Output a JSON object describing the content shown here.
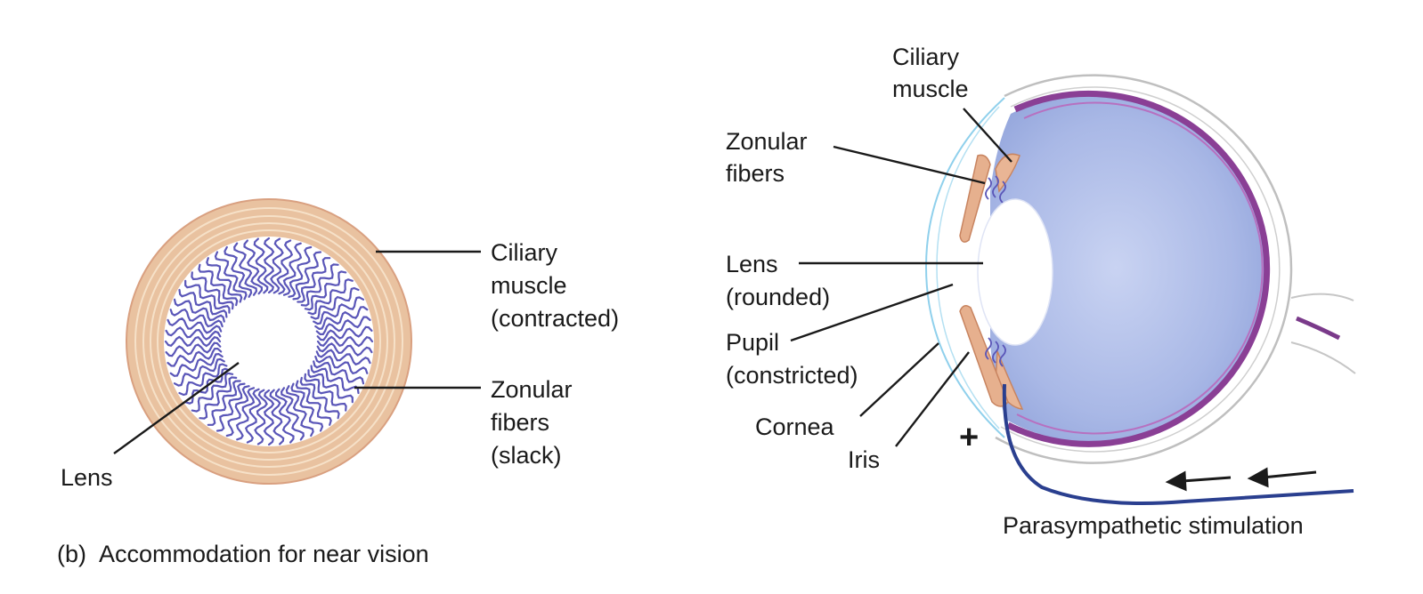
{
  "left_panel": {
    "caption_letter": "(b)",
    "caption_text": "Accommodation for near vision",
    "labels": {
      "ciliary_muscle": [
        "Ciliary",
        "muscle",
        "(contracted)"
      ],
      "zonular_fibers": [
        "Zonular",
        "fibers",
        "(slack)"
      ],
      "lens": "Lens"
    }
  },
  "right_panel": {
    "labels": {
      "ciliary_muscle": [
        "Ciliary",
        "muscle"
      ],
      "zonular_fibers": [
        "Zonular",
        "fibers"
      ],
      "lens": [
        "Lens",
        "(rounded)"
      ],
      "pupil": [
        "Pupil",
        "(constricted)"
      ],
      "cornea": "Cornea",
      "iris": "Iris",
      "stimulation": "Parasympathetic stimulation",
      "plus_sign": "+"
    }
  },
  "colors": {
    "ciliary_outer": "#e9c2a0",
    "ciliary_ring_line": "#f4dcc0",
    "ciliary_border": "#d9a080",
    "zonular_fiber": "#5a56b8",
    "eyeball_fill": "#aab8e8",
    "choroid": "#8a3f95",
    "nerve": "#2a3f8f",
    "cornea_line": "#8fd0ec"
  }
}
